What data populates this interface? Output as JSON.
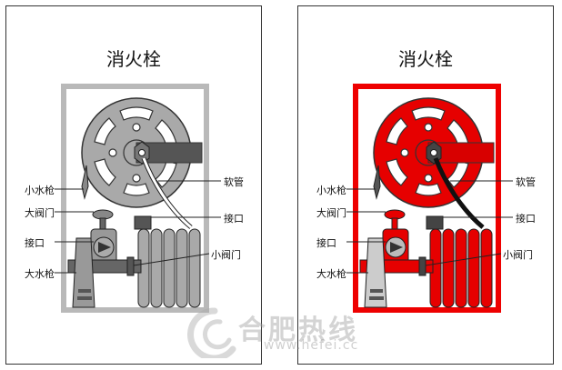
{
  "panels": [
    {
      "title": "消火栓",
      "variant": "gray",
      "labels": {
        "small_gun": "小水枪",
        "big_valve": "大阀门",
        "connector_left": "接口",
        "big_gun": "大水枪",
        "hose": "软管",
        "connector_right": "接口",
        "small_valve": "小阀门"
      }
    },
    {
      "title": "消火栓",
      "variant": "red",
      "labels": {
        "small_gun": "小水枪",
        "big_valve": "大阀门",
        "connector_left": "接口",
        "big_gun": "大水枪",
        "hose": "软管",
        "connector_right": "接口",
        "small_valve": "小阀门"
      }
    }
  ],
  "watermark": {
    "text": "合肥热线",
    "url": "www.hefei.cc"
  },
  "colors": {
    "gray_frame": "#b9b9b9",
    "gray_reel": "#a9a9a9",
    "red_frame": "#ee0000",
    "red_reel": "#e60000",
    "dark": "#444444"
  }
}
